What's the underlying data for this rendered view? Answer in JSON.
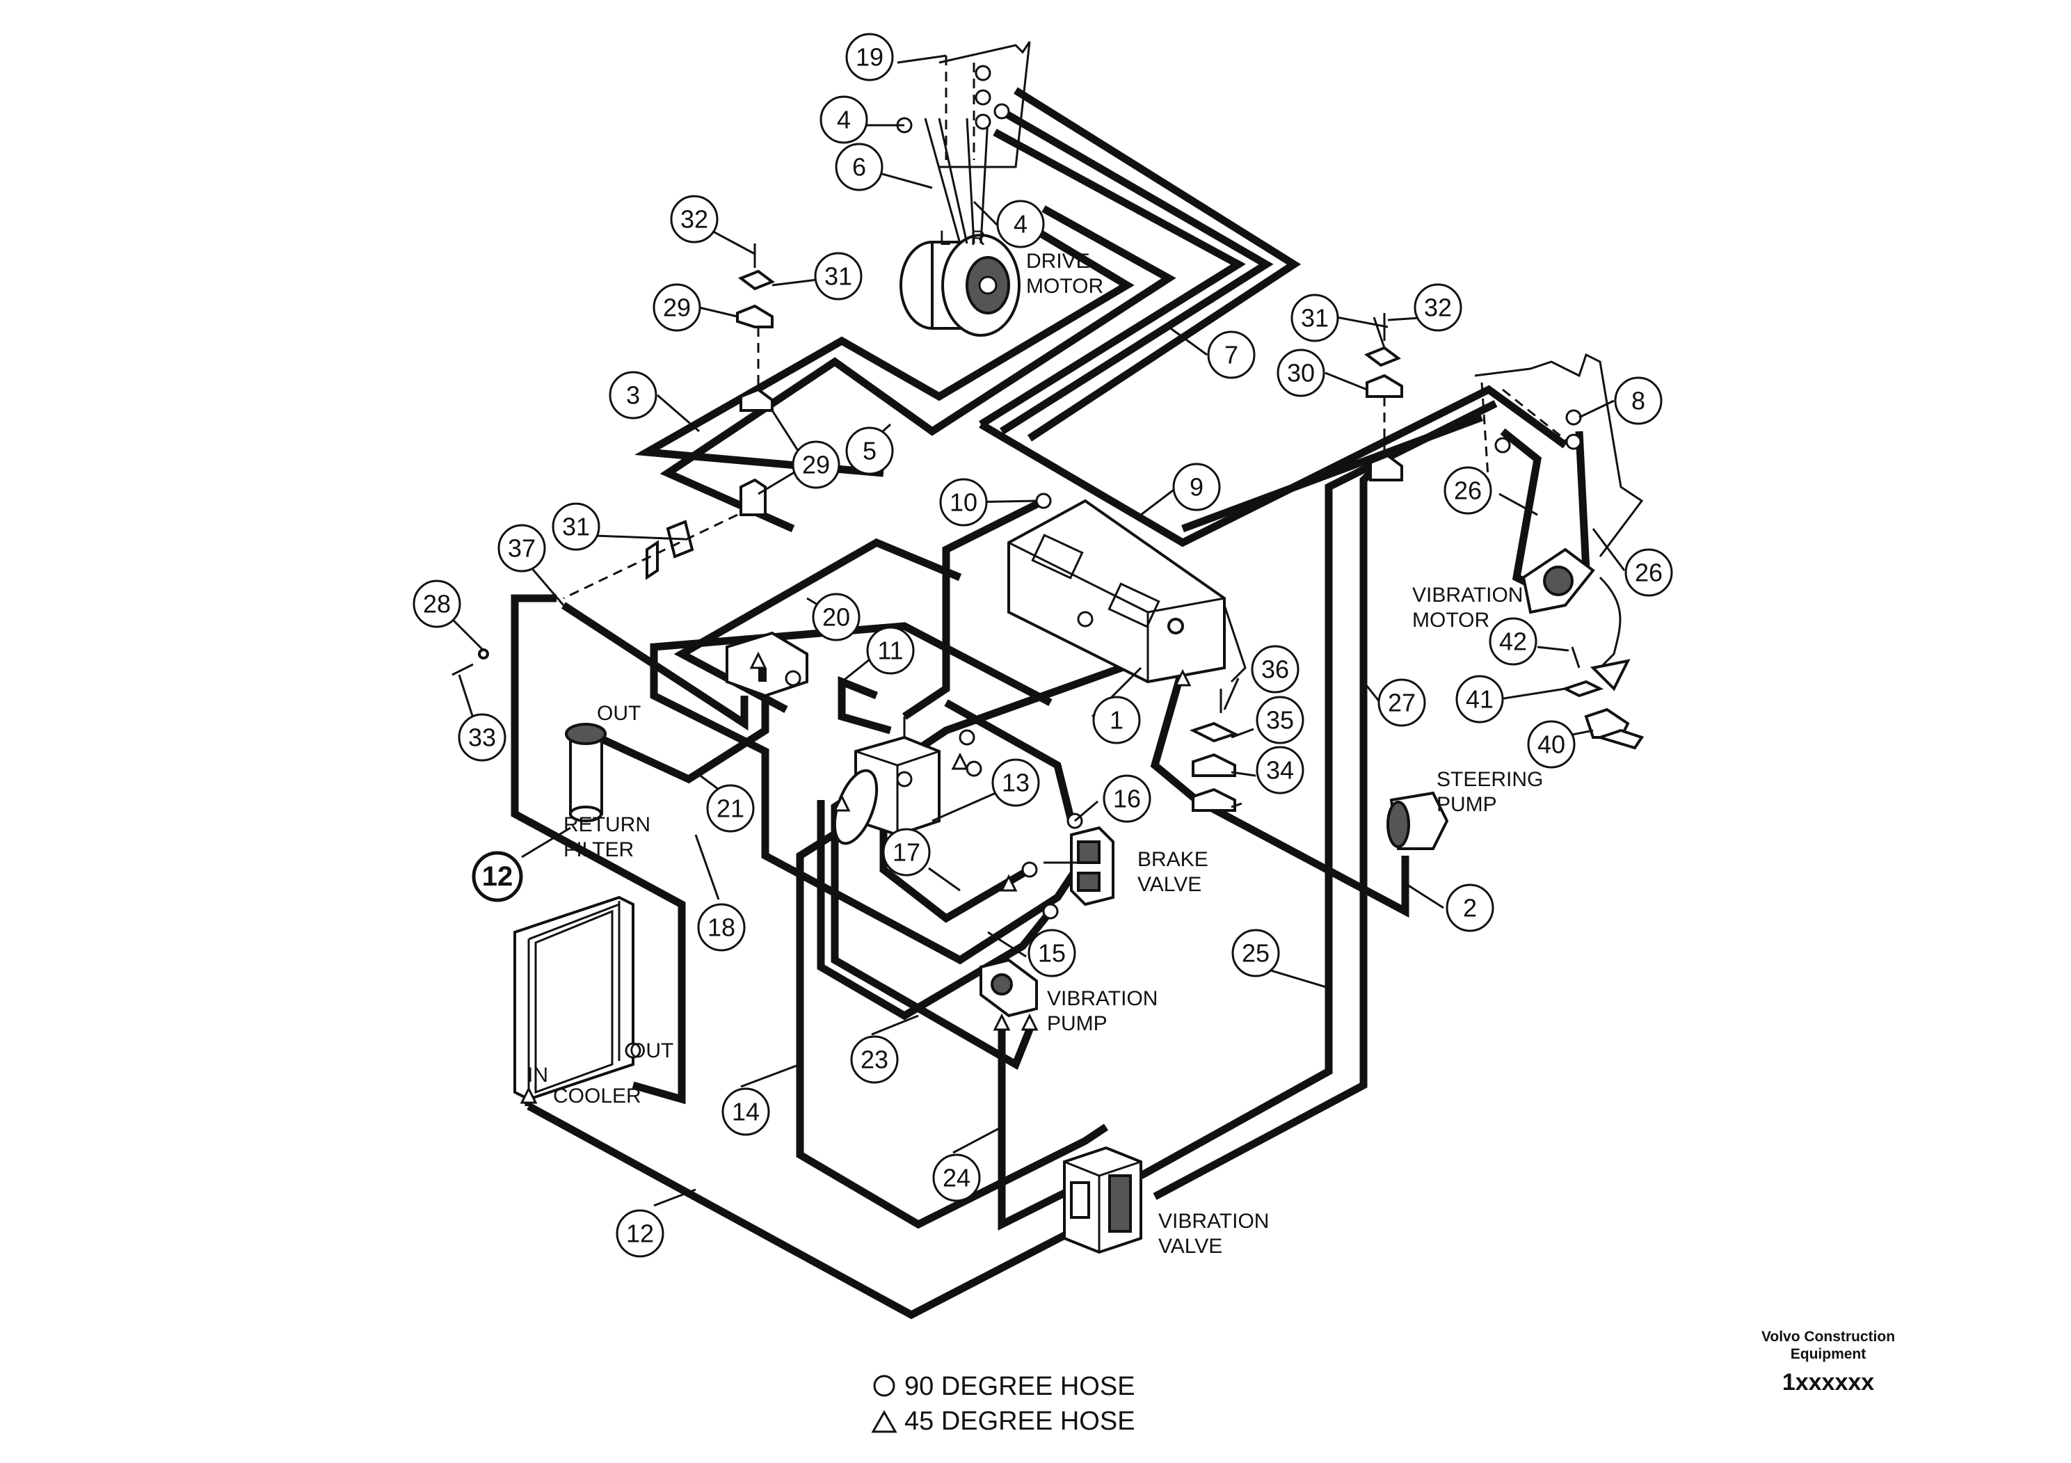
{
  "components": {
    "drive_motor": "DRIVE\nMOTOR",
    "vibration_motor": "VIBRATION\nMOTOR",
    "steering_pump": "STEERING\nPUMP",
    "brake_valve": "BRAKE\nVALVE",
    "vibration_pump": "VIBRATION\nPUMP",
    "vibration_valve": "VIBRATION\nVALVE",
    "return_filter": "RETURN\nFILTER",
    "return_filter_out": "OUT",
    "cooler": "COOLER",
    "cooler_in": "IN",
    "cooler_out": "OUT",
    "motor_port_left": "L",
    "motor_port_right": "R"
  },
  "balloons": [
    "1",
    "2",
    "3",
    "4",
    "4",
    "5",
    "6",
    "7",
    "8",
    "9",
    "10",
    "11",
    "12",
    "12",
    "13",
    "14",
    "15",
    "16",
    "17",
    "18",
    "19",
    "20",
    "21",
    "23",
    "24",
    "25",
    "26",
    "26",
    "27",
    "28",
    "29",
    "29",
    "30",
    "31",
    "31",
    "31",
    "32",
    "32",
    "33",
    "34",
    "35",
    "36",
    "37",
    "40",
    "41",
    "42"
  ],
  "legend": {
    "hose_90": "90 DEGREE HOSE",
    "hose_45": "45 DEGREE HOSE"
  },
  "title_block": {
    "company": "Volvo Construction\nEquipment",
    "doc_number": "1xxxxxx"
  }
}
